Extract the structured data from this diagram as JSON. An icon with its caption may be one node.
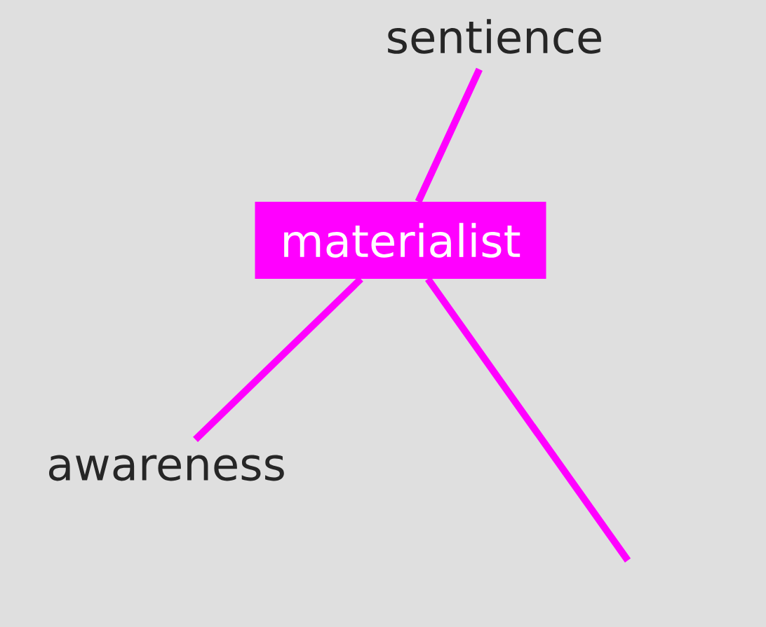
{
  "diagram": {
    "nodes": [
      {
        "text": [
          "sentience"
        ]
      },
      {
        "text": [
          "materialist"
        ]
      },
      {
        "text": [
          "awareness"
        ]
      }
    ],
    "edges": [
      {
        "from": 1,
        "to": 0,
        "arrow": "none"
      },
      {
        "from": 1,
        "to": 2,
        "arrow": "none"
      },
      {
        "from": 1,
        "to": null,
        "arrow": "none"
      }
    ]
  }
}
